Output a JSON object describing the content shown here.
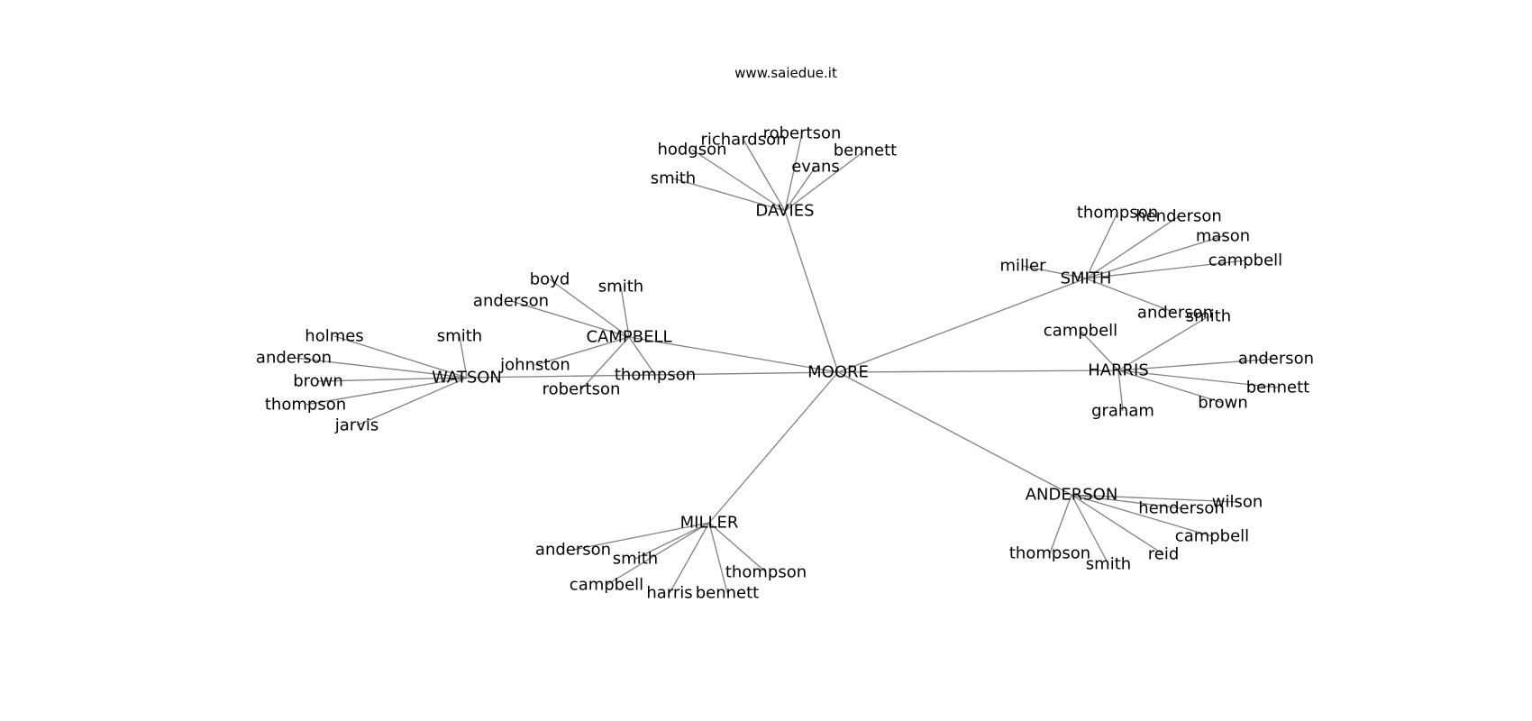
{
  "header": {
    "site": "www.saiedue.it"
  },
  "graph": {
    "root": "MOORE",
    "hubs": [
      {
        "name": "DAVIES",
        "children": [
          "smith",
          "hodgson",
          "richardson",
          "robertson",
          "evans",
          "bennett"
        ]
      },
      {
        "name": "SMITH",
        "children": [
          "thompson",
          "henderson",
          "mason",
          "campbell",
          "miller",
          "anderson"
        ]
      },
      {
        "name": "HARRIS",
        "children": [
          "smith",
          "campbell",
          "anderson",
          "bennett",
          "brown",
          "graham"
        ]
      },
      {
        "name": "ANDERSON",
        "children": [
          "wilson",
          "henderson",
          "campbell",
          "reid",
          "smith",
          "thompson"
        ]
      },
      {
        "name": "MILLER",
        "children": [
          "anderson",
          "smith",
          "campbell",
          "harris",
          "bennett",
          "thompson"
        ]
      },
      {
        "name": "CAMPBELL",
        "children": [
          "boyd",
          "smith",
          "anderson",
          "johnston",
          "robertson",
          "thompson"
        ]
      },
      {
        "name": "WATSON",
        "children": [
          "holmes",
          "anderson",
          "brown",
          "thompson",
          "jarvis",
          "smith"
        ]
      }
    ]
  }
}
